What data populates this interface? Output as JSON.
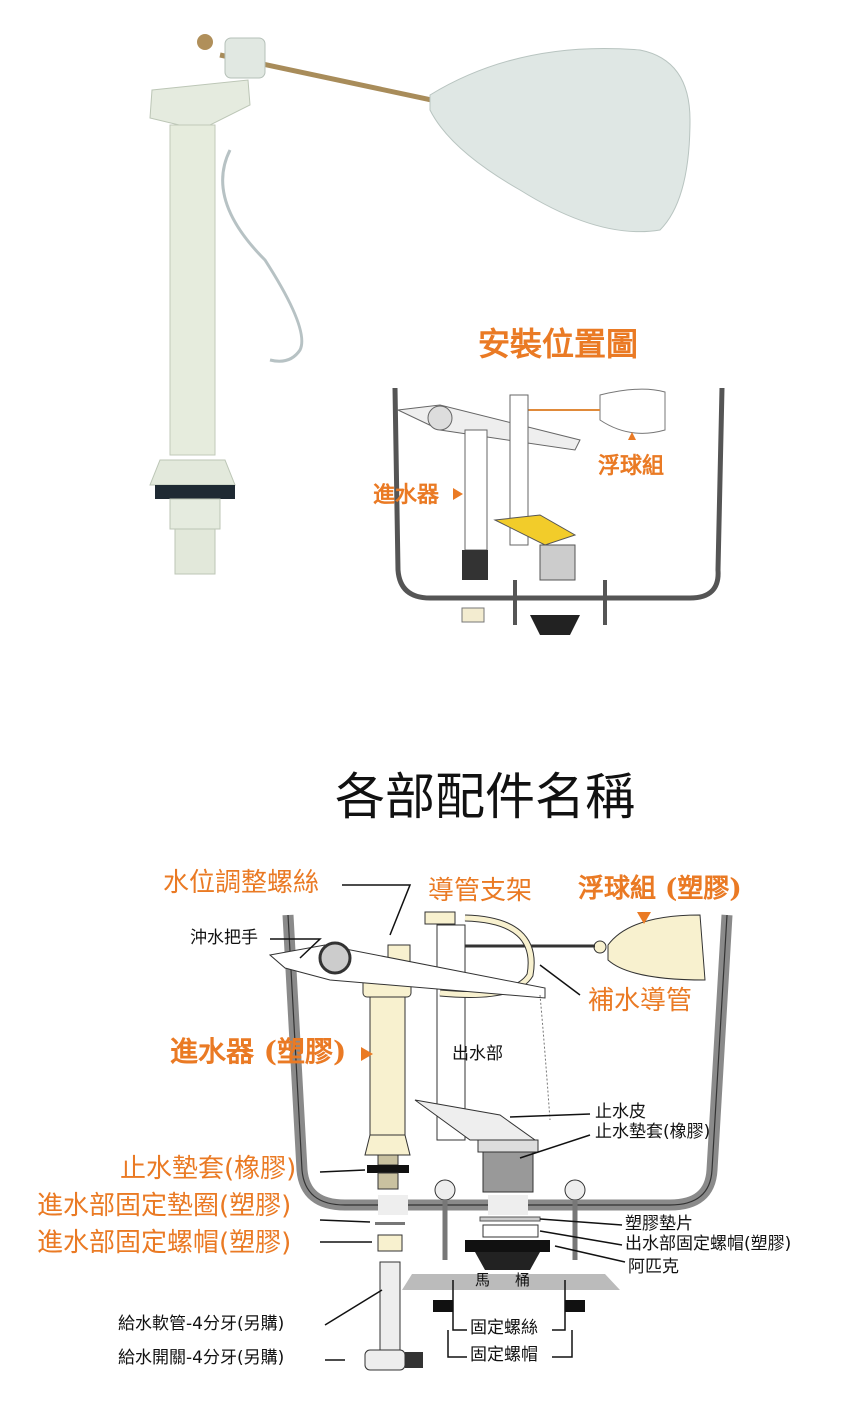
{
  "install": {
    "title": "安裝位置圖",
    "float_label": "浮球組",
    "inlet_label": "進水器"
  },
  "parts": {
    "title": "各部配件名稱",
    "labels": {
      "level_screw": "水位調整螺絲",
      "tube_bracket": "導管支架",
      "float_set": "浮球組 (塑膠)",
      "flush_handle": "沖水把手",
      "refill_tube": "補水導管",
      "inlet_valve": "進水器 (塑膠)",
      "outlet": "出水部",
      "flapper": "止水皮",
      "outlet_seal": "止水墊套(橡膠)",
      "inlet_seal": "止水墊套(橡膠)",
      "inlet_washer": "進水部固定墊圈(塑膠)",
      "inlet_nut": "進水部固定螺帽(塑膠)",
      "plastic_washer": "塑膠墊片",
      "outlet_nut": "出水部固定螺帽(塑膠)",
      "gasket": "阿匹克",
      "toilet_1": "馬",
      "toilet_2": "桶",
      "supply_hose": "給水軟管-4分牙(另購)",
      "supply_valve": "給水開關-4分牙(另購)",
      "fix_screw": "固定螺絲",
      "fix_nut": "固定螺帽"
    }
  },
  "colors": {
    "accent": "#ea7a24",
    "tank": "#8a8a8a",
    "part": "#f8f1cf"
  }
}
